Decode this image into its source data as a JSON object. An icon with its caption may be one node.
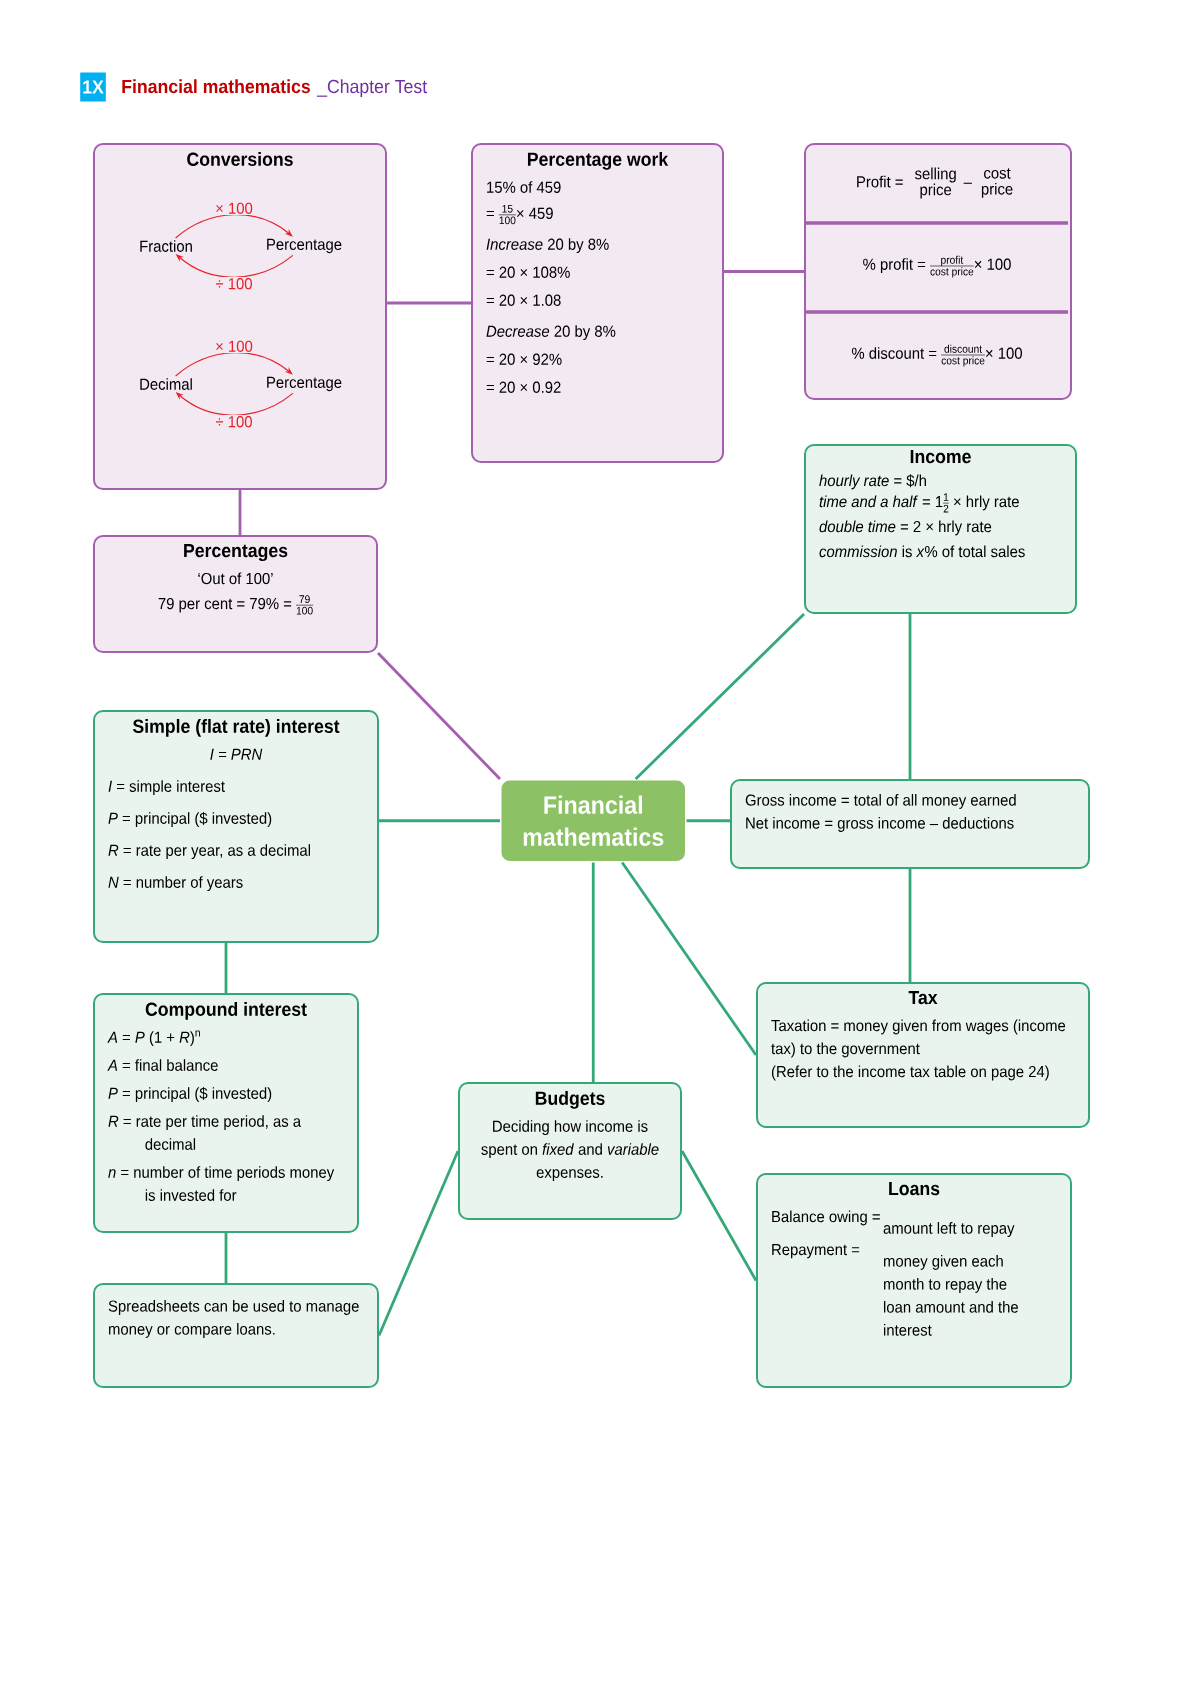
{
  "diagram": {
    "title": "Financial mathematics",
    "nodes": [
      {
        "text": [
          "Conversions"
        ]
      },
      {
        "text": [
          "Fraction"
        ],
        "in": 0
      },
      {
        "text": [
          "Percentage"
        ],
        "in": 0
      },
      {
        "text": [
          "Decimal"
        ],
        "in": 0
      },
      {
        "text": [
          "Percentage"
        ],
        "in": 0
      },
      {
        "text": [
          "Percentage work",
          "15% of 459",
          "=",
          "15",
          "100",
          "× 459",
          "*Increase* 20 by 8%",
          "= 20 × 108%",
          "= 20 × 1.08",
          "*Decrease* 20 by 8%",
          "= 20 × 92%",
          "= 20 × 0.92"
        ]
      },
      {
        "text": [
          "Profit =",
          "selling price",
          "–",
          "cost price",
          "% profit =",
          "profit",
          "cost price",
          "× 100",
          "% discount =",
          "discount",
          "cost price",
          "× 100"
        ]
      },
      {
        "text": [
          "Percentages",
          "‘Out of 100’",
          "79 per cent = 79% =",
          "79",
          "100"
        ]
      },
      {
        "text": [
          "Income",
          "*hourly rate* = $/h",
          "*time and a half* = 1",
          "1",
          "2",
          "× hrly rate",
          "*double time* = 2 × hrly rate",
          "*commission* is *x*% of total sales"
        ]
      },
      {
        "text": [
          "Simple (flat rate) interest",
          "I = PRN",
          "*I* = simple interest",
          "*P* = principal ($ invested)",
          "*R* = rate per year, as a decimal",
          "*N* = number of years"
        ]
      },
      {
        "text": [
          "Financial mathematics"
        ]
      },
      {
        "text": [
          "Gross income = total of all money earned",
          "Net income = gross income – deductions"
        ]
      },
      {
        "text": [
          "Compound interest",
          "*A* = *P* (1 + *R*)$^{n}$",
          "*A* = final balance",
          "*P* = principal ($ invested)",
          "*R* = rate per time period, as a decimal",
          "*n* = number of time periods money is invested for"
        ]
      },
      {
        "text": [
          "Budgets",
          "Deciding how income is spent on *fixed* and *variable* expenses."
        ]
      },
      {
        "text": [
          "Tax",
          "Taxation = money given from wages (income tax) to the government",
          "(Refer to the income tax table on page 24)"
        ]
      },
      {
        "text": [
          "Spreadsheets can be used to manage money or compare loans."
        ]
      },
      {
        "text": [
          "Loans",
          "Balance owing =",
          "amount left to repay",
          "Repayment =",
          "money given each month to repay the loan amount and the interest"
        ]
      }
    ],
    "edges": [
      {
        "from": 1,
        "to": 2,
        "arrow": "to",
        "label": "× 100",
        "color": "#e8202a"
      },
      {
        "from": 2,
        "to": 1,
        "arrow": "to",
        "label": "÷ 100",
        "color": "#e8202a"
      },
      {
        "from": 3,
        "to": 4,
        "arrow": "to",
        "label": "× 100",
        "color": "#e8202a"
      },
      {
        "from": 4,
        "to": 3,
        "arrow": "to",
        "label": "÷ 100",
        "color": "#e8202a"
      },
      {
        "from": 0,
        "to": 5,
        "arrow": "none",
        "color": "#a45fae"
      },
      {
        "from": 5,
        "to": 6,
        "arrow": "none",
        "color": "#a45fae"
      },
      {
        "from": 0,
        "to": 7,
        "arrow": "none",
        "color": "#a45fae"
      },
      {
        "from": 7,
        "to": 10,
        "arrow": "none",
        "color": "#a45fae"
      },
      {
        "from": 10,
        "to": 8,
        "arrow": "none"
      },
      {
        "from": 10,
        "to": 9,
        "arrow": "none"
      },
      {
        "from": 10,
        "to": 11,
        "arrow": "none"
      },
      {
        "from": 8,
        "to": 11,
        "arrow": "none"
      },
      {
        "from": 11,
        "to": 14,
        "arrow": "none"
      },
      {
        "from": 10,
        "to": 13,
        "arrow": "none"
      },
      {
        "from": 10,
        "to": 14,
        "arrow": "none"
      },
      {
        "from": 9,
        "to": 12,
        "arrow": "none"
      },
      {
        "from": 12,
        "to": 15,
        "arrow": "none"
      },
      {
        "from": 15,
        "to": 13,
        "arrow": "none"
      },
      {
        "from": 13,
        "to": 16,
        "arrow": "none"
      }
    ],
    "labels": [
      "1X",
      "_Chapter Test"
    ]
  }
}
